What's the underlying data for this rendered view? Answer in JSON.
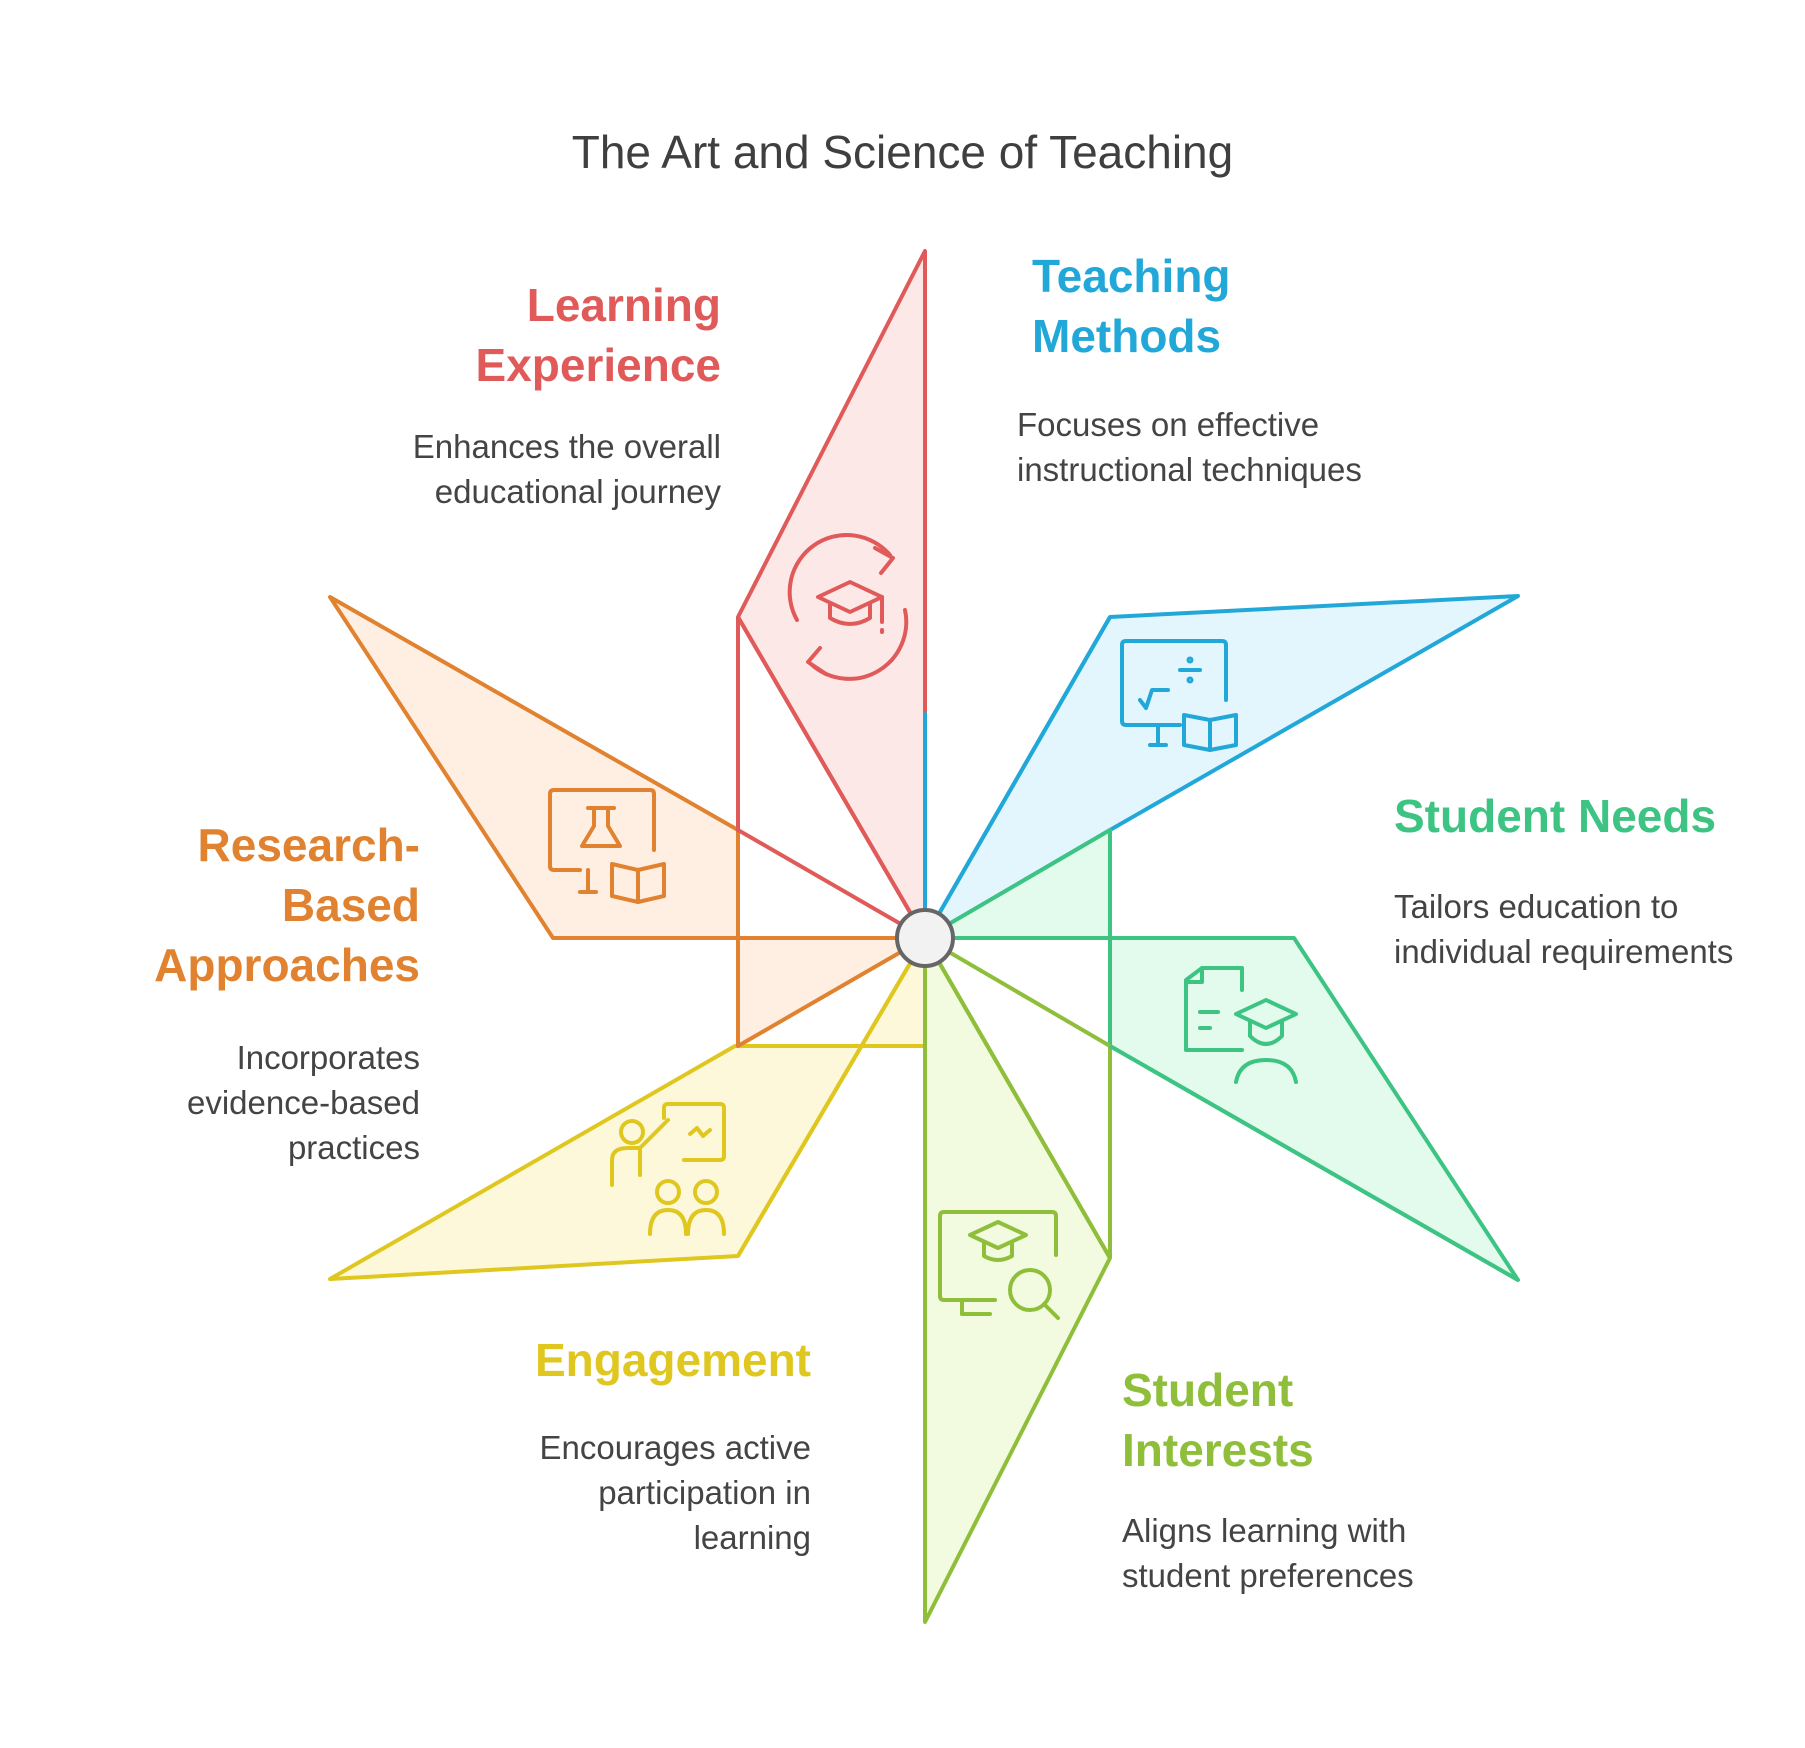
{
  "title": "The Art and Science of Teaching",
  "center_color": "#f2f2f2",
  "blades": [
    {
      "key": "learning-experience",
      "heading": "Learning Experience",
      "description": "Enhances the overall educational journey",
      "color": "#e05a5a",
      "fill": "#fde8e8",
      "icon": "graduation-cap-cycle-icon"
    },
    {
      "key": "teaching-methods",
      "heading": "Teaching Methods",
      "description": "Focuses on effective instructional techniques",
      "color": "#22a8d8",
      "fill": "#e4f6fd",
      "icon": "math-board-book-icon"
    },
    {
      "key": "student-needs",
      "heading": "Student Needs",
      "description": "Tailors education to individual requirements",
      "color": "#3dc483",
      "fill": "#e2fbed",
      "icon": "student-document-icon"
    },
    {
      "key": "student-interests",
      "heading": "Student Interests",
      "description": "Aligns learning with student preferences",
      "color": "#8fbf3a",
      "fill": "#f2fbdf",
      "icon": "graduation-search-icon"
    },
    {
      "key": "engagement",
      "heading": "Engagement",
      "description": "Encourages active participation in learning",
      "color": "#e0c720",
      "fill": "#fdf8da",
      "icon": "classroom-teacher-icon"
    },
    {
      "key": "research-based-approaches",
      "heading": "Research-Based Approaches",
      "description": "Incorporates evidence-based practices",
      "color": "#e0822f",
      "fill": "#feefe2",
      "icon": "lab-flask-book-icon"
    }
  ]
}
